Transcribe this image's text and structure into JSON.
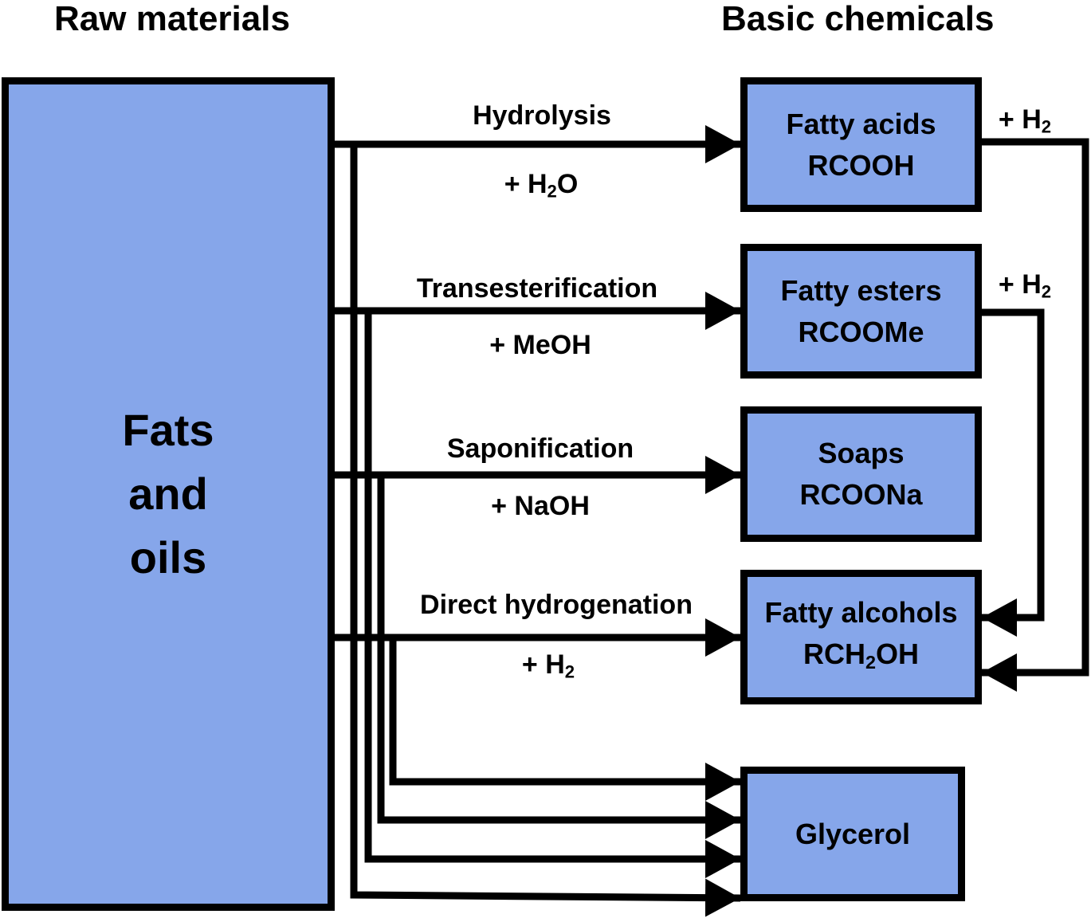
{
  "headers": {
    "raw_materials": "Raw materials",
    "basic_chemicals": "Basic chemicals"
  },
  "raw_box": {
    "lines": [
      "Fats",
      "and",
      "oils"
    ]
  },
  "products": {
    "fatty_acids": {
      "name": "Fatty acids",
      "formula": "RCOOH"
    },
    "fatty_esters": {
      "name": "Fatty esters",
      "formula": "RCOOMe"
    },
    "soaps": {
      "name": "Soaps",
      "formula": "RCOONa"
    },
    "fatty_alcohols": {
      "name": "Fatty alcohols",
      "formula_pre": "RCH",
      "formula_sub": "2",
      "formula_post": "OH"
    },
    "glycerol": {
      "name": "Glycerol"
    }
  },
  "processes": {
    "hydrolysis": {
      "name": "Hydrolysis",
      "reagent_pre": "+ H",
      "reagent_sub": "2",
      "reagent_post": "O"
    },
    "transesterification": {
      "name": "Transesterification",
      "reagent": "+ MeOH"
    },
    "saponification": {
      "name": "Saponification",
      "reagent": "+ NaOH"
    },
    "direct_hydrogenation": {
      "name": "Direct hydrogenation",
      "reagent_pre": "+ H",
      "reagent_sub": "2"
    }
  },
  "side_reactions": {
    "acids_to_alcohols": {
      "reagent_pre": "+ H",
      "reagent_sub": "2"
    },
    "esters_to_alcohols": {
      "reagent_pre": "+ H",
      "reagent_sub": "2"
    }
  }
}
